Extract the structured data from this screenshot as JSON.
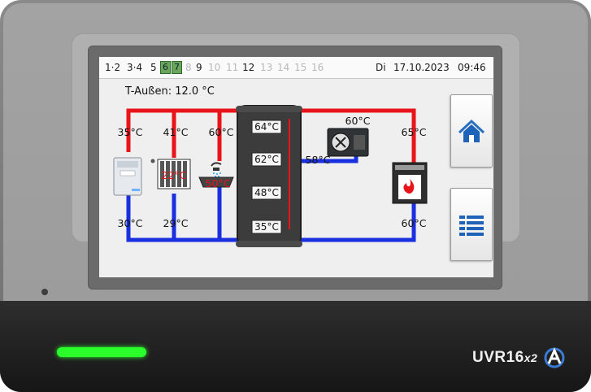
{
  "statusbar": {
    "tabs": [
      {
        "label": "1·2",
        "state": "normal"
      },
      {
        "label": "3·4",
        "state": "normal"
      },
      {
        "label": "5",
        "state": "normal"
      },
      {
        "label": "6",
        "state": "active"
      },
      {
        "label": "7",
        "state": "active"
      },
      {
        "label": "8",
        "state": "dim"
      },
      {
        "label": "9",
        "state": "normal"
      },
      {
        "label": "10",
        "state": "dim"
      },
      {
        "label": "11",
        "state": "dim"
      },
      {
        "label": "12",
        "state": "normal"
      },
      {
        "label": "13",
        "state": "dim"
      },
      {
        "label": "14",
        "state": "dim"
      },
      {
        "label": "15",
        "state": "dim"
      },
      {
        "label": "16",
        "state": "dim"
      }
    ],
    "weekday": "Di",
    "date": "17.10.2023",
    "time": "09:46"
  },
  "outdoor": {
    "label": "T-Außen: 12.0 °C"
  },
  "temps": {
    "supply_boiler": "35°C",
    "supply_radiator": "41°C",
    "supply_shower": "60°C",
    "return_boiler": "30°C",
    "return_radiator": "29°C",
    "radiator_room": "22°C",
    "shower": "50°C",
    "tank_1": "64°C",
    "tank_2": "62°C",
    "tank_3": "48°C",
    "tank_4": "35°C",
    "heatpump_supply": "60°C",
    "heatpump_return": "58°C",
    "stove_supply": "65°C",
    "stove_return": "60°C"
  },
  "buttons": {
    "home_icon": "home-icon",
    "menu_icon": "list-icon"
  },
  "brand": {
    "name": "UVR16",
    "suffix": "x2"
  },
  "colors": {
    "hot": "#e8141a",
    "cold": "#1a2fe0",
    "led": "#2bff2b",
    "tab_active": "#6aa55c"
  }
}
